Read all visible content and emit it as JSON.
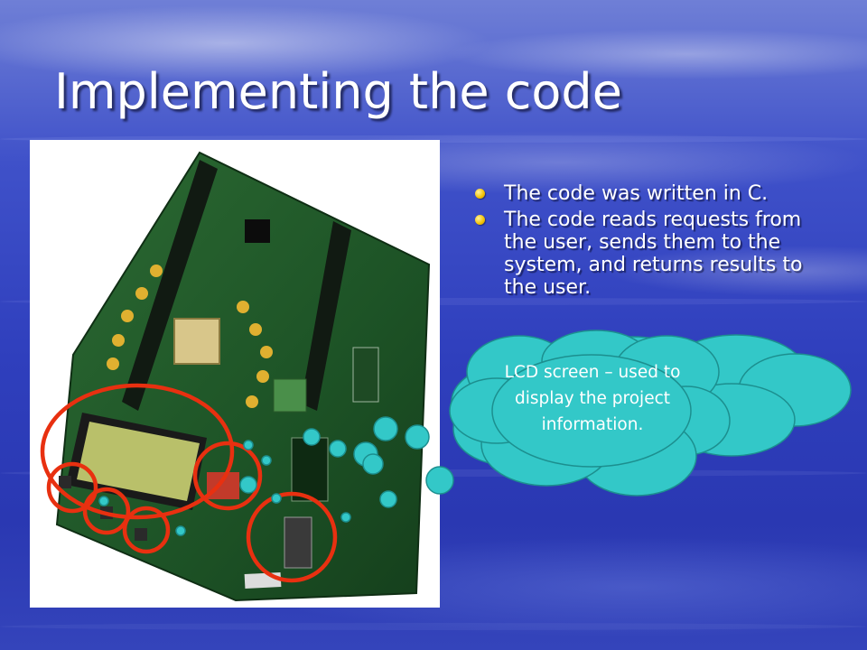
{
  "slide": {
    "title": "Implementing the code",
    "bullets": [
      "The code was written in C.",
      "The code reads requests from the user, sends them to the system, and returns results to the user."
    ],
    "callout": "LCD screen – used to display the project information."
  },
  "colors": {
    "background_blue": "#3444bb",
    "bullet_marker": "#f2c000",
    "callout_fill": "#33c8c8",
    "highlight_circle": "#e83010",
    "board_green": "#1f5a2a"
  },
  "icons": {
    "bullet_marker": "yellow-dot-icon"
  }
}
